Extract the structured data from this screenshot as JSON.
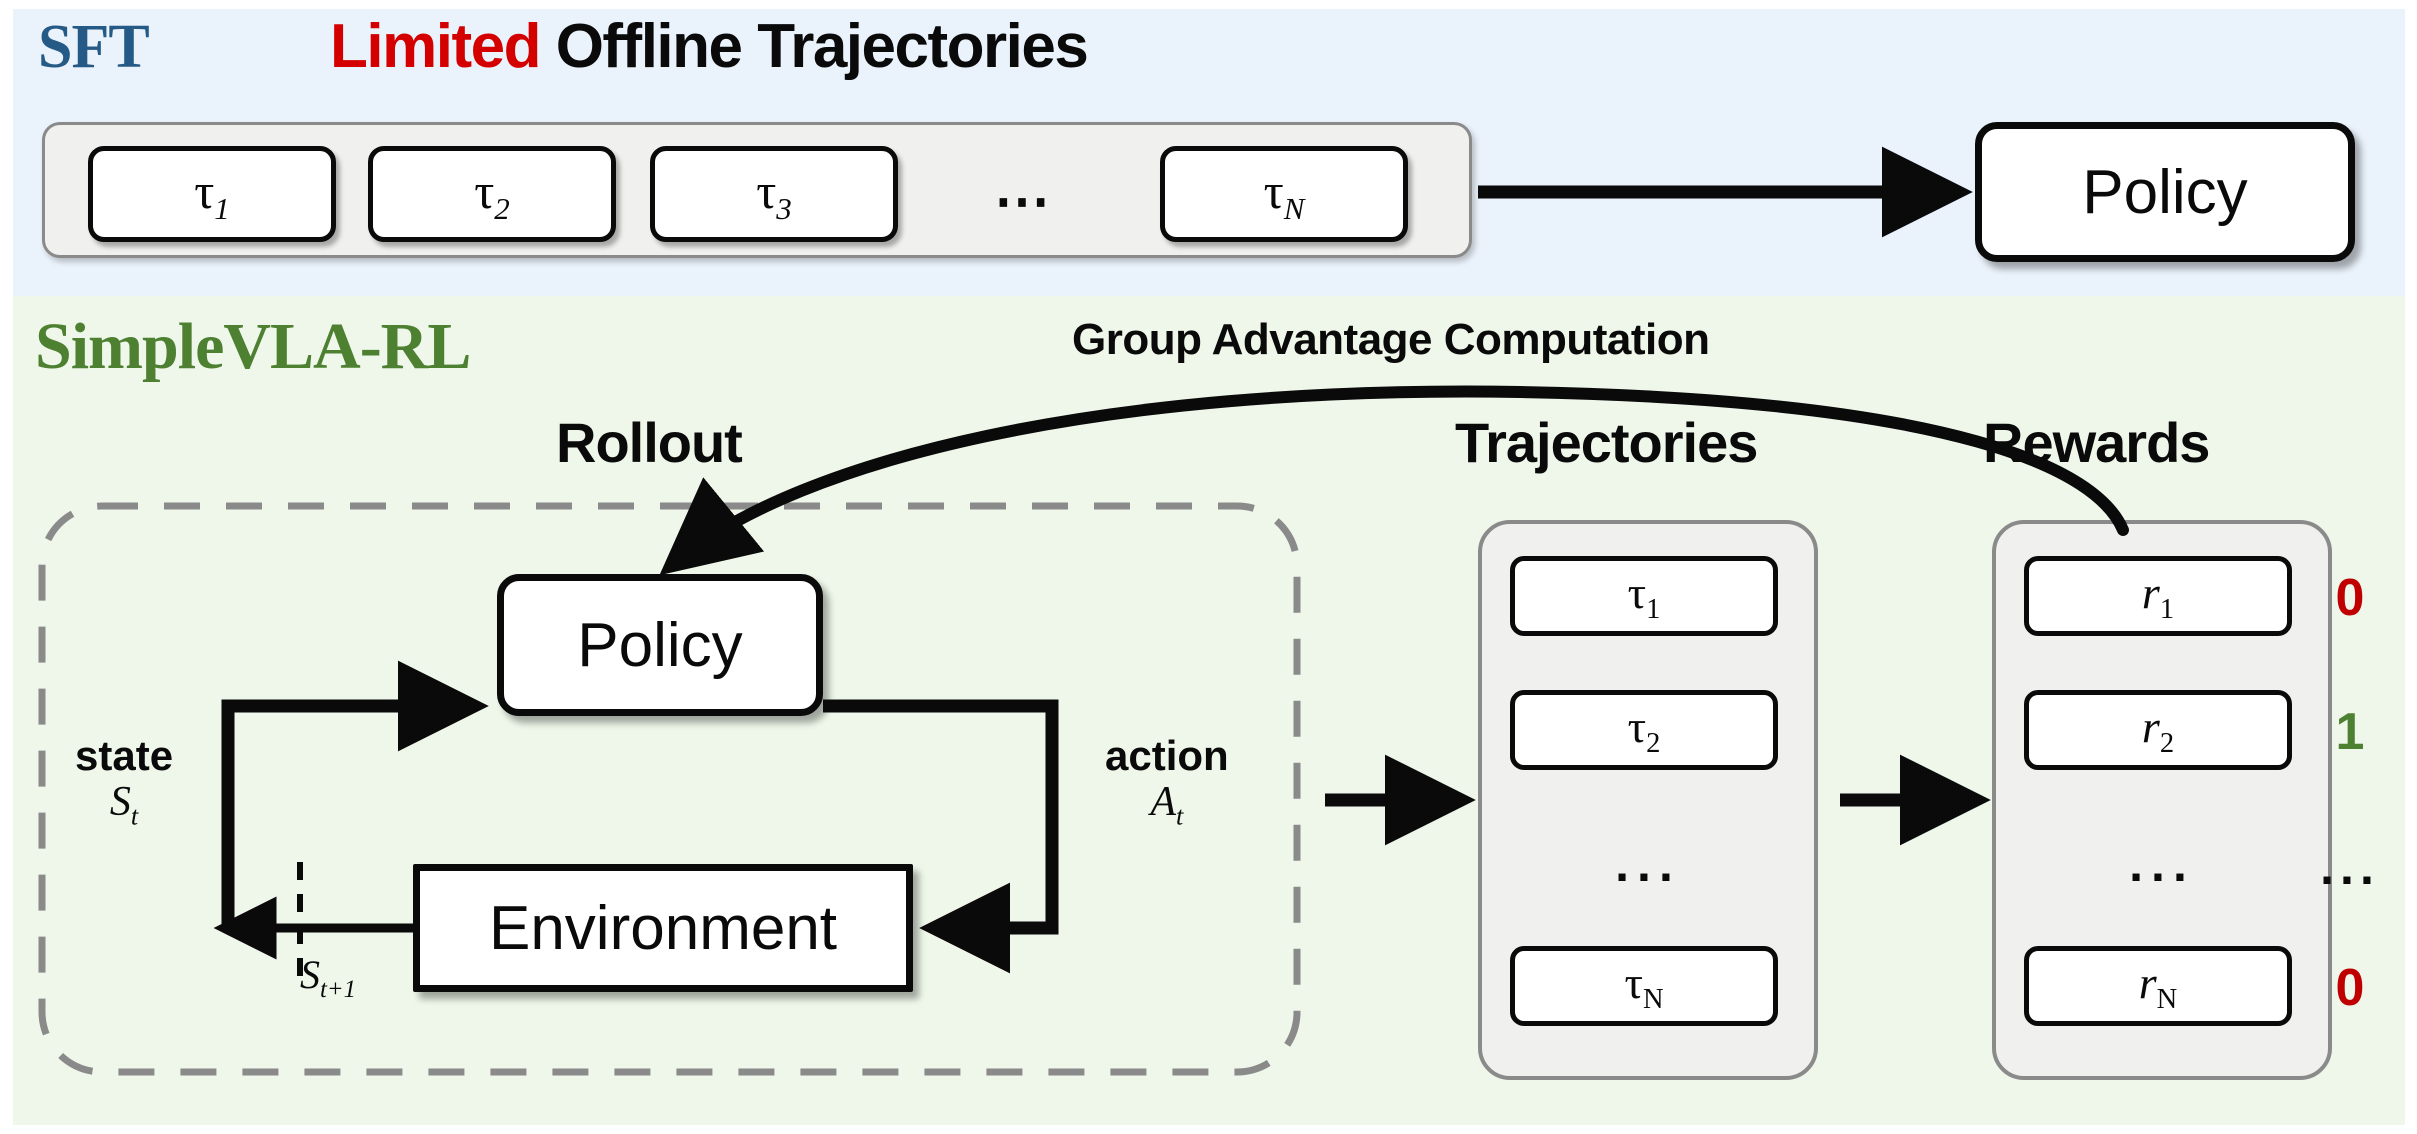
{
  "sft": {
    "tag": "SFT",
    "title_emphasis": "Limited",
    "title_rest": "Offline Trajectories",
    "trajectories": [
      {
        "base": "τ",
        "sub": "1"
      },
      {
        "base": "τ",
        "sub": "2"
      },
      {
        "base": "τ",
        "sub": "3"
      },
      {
        "base": "τ",
        "sub": "N"
      }
    ],
    "ellipsis": "⋯",
    "policy_label": "Policy"
  },
  "rl": {
    "tag": "SimpleVLA-RL",
    "group_advantage_label": "Group Advantage Computation",
    "rollout_label": "Rollout",
    "trajectories_label": "Trajectories",
    "rewards_label": "Rewards",
    "policy_label": "Policy",
    "environment_label": "Environment",
    "state_label": "state",
    "state_symbol": "S",
    "state_symbol_sub": "t",
    "next_state_symbol": "S",
    "next_state_symbol_sub": "t+1",
    "action_label": "action",
    "action_symbol": "A",
    "action_symbol_sub": "t",
    "trajectory_items": [
      {
        "base": "τ",
        "sub": "1"
      },
      {
        "base": "τ",
        "sub": "2"
      },
      {
        "base": "τ",
        "sub": "N"
      }
    ],
    "trajectory_ellipsis": "...",
    "reward_items": [
      {
        "base": "r",
        "sub": "1"
      },
      {
        "base": "r",
        "sub": "2"
      },
      {
        "base": "r",
        "sub": "N"
      }
    ],
    "reward_ellipsis": "...",
    "reward_values": [
      "0",
      "1",
      "...",
      "0"
    ]
  },
  "colors": {
    "sft_panel_bg": "#eaf2fb",
    "rl_panel_bg": "#eef7ea",
    "sft_tag": "#255a87",
    "rl_tag": "#4e8031",
    "limited_red": "#d40000",
    "reward_zero": "#c00000",
    "reward_one": "#4e8031",
    "tray_bg": "#f0f0ee",
    "tray_border": "#8a8a8a",
    "box_border": "#0a0a0a"
  }
}
